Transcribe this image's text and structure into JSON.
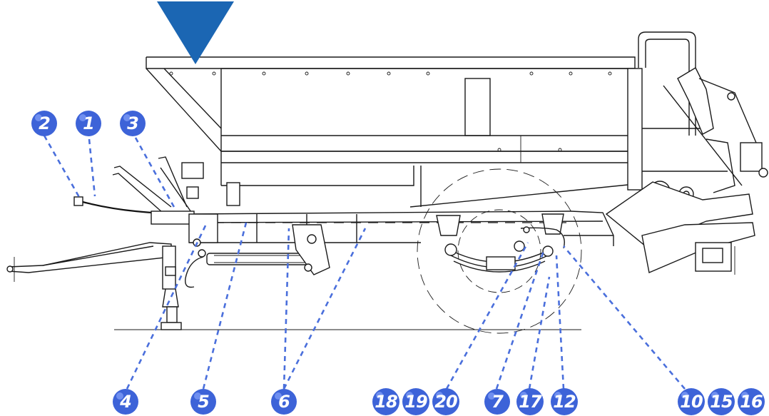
{
  "colors": {
    "marker_triangle": "#1b66b3",
    "callout_badge": "#3d63d8",
    "leader_line": "#4a6fdc",
    "drawing_line": "#1a1a1a"
  },
  "marker": {
    "icon": "down-triangle-marker-icon"
  },
  "callouts": [
    {
      "id": "c2",
      "label": "2"
    },
    {
      "id": "c1",
      "label": "1"
    },
    {
      "id": "c3",
      "label": "3"
    },
    {
      "id": "c4",
      "label": "4"
    },
    {
      "id": "c5",
      "label": "5"
    },
    {
      "id": "c6",
      "label": "6"
    },
    {
      "id": "c18",
      "label": "18"
    },
    {
      "id": "c19",
      "label": "19"
    },
    {
      "id": "c20",
      "label": "20"
    },
    {
      "id": "c7",
      "label": "7"
    },
    {
      "id": "c17",
      "label": "17"
    },
    {
      "id": "c12",
      "label": "12"
    },
    {
      "id": "c10",
      "label": "10"
    },
    {
      "id": "c15",
      "label": "15"
    },
    {
      "id": "c16",
      "label": "16"
    }
  ]
}
